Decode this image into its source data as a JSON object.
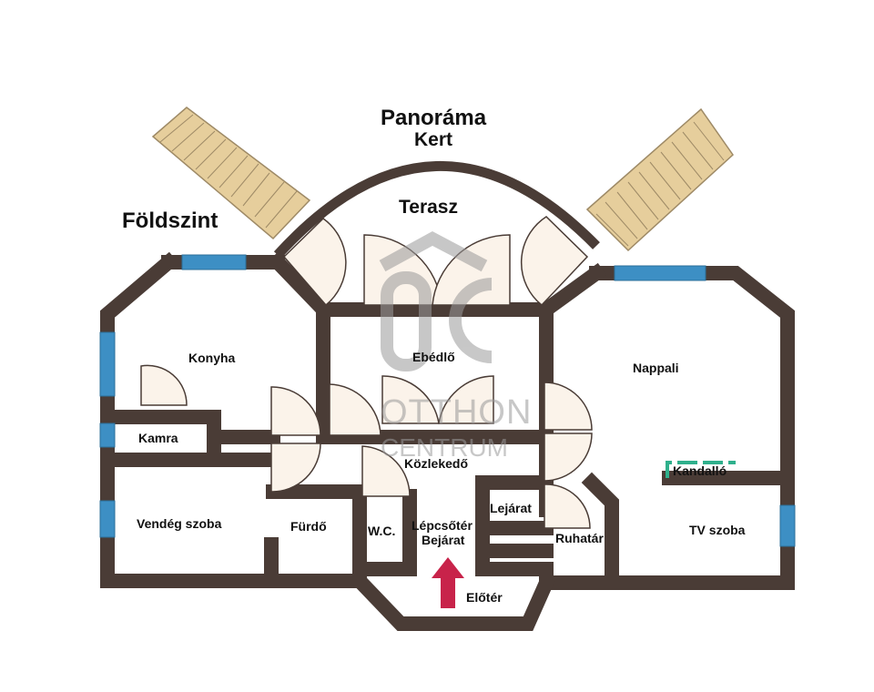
{
  "title": {
    "panorama": "Panoráma",
    "kert": "Kert",
    "floor": "Földszint"
  },
  "rooms": {
    "terasz": "Terasz",
    "konyha": "Konyha",
    "ebedlo": "Ebédlő",
    "nappali": "Nappali",
    "kamra": "Kamra",
    "kozlekedo": "Közlekedő",
    "kandallo": "Kandalló",
    "lejarat": "Lejárat",
    "vendeg_szoba": "Vendég szoba",
    "furdo": "Fürdő",
    "wc": "W.C.",
    "lepcsoter": "Lépcsőtér",
    "bejarat": "Bejárat",
    "ruhatar": "Ruhatár",
    "tv_szoba": "TV szoba",
    "eloter": "Előtér"
  },
  "watermark": {
    "line1": "OTTHON",
    "line2": "CENTRUM"
  },
  "colors": {
    "wall": "#4a3c36",
    "window": "#3d8fc4",
    "door_fill": "#fbf3ea",
    "arrow": "#c8234a",
    "stairs": "#e6ce9c",
    "fireplace": "#2fb08c",
    "watermark": "#9a9a9a"
  }
}
